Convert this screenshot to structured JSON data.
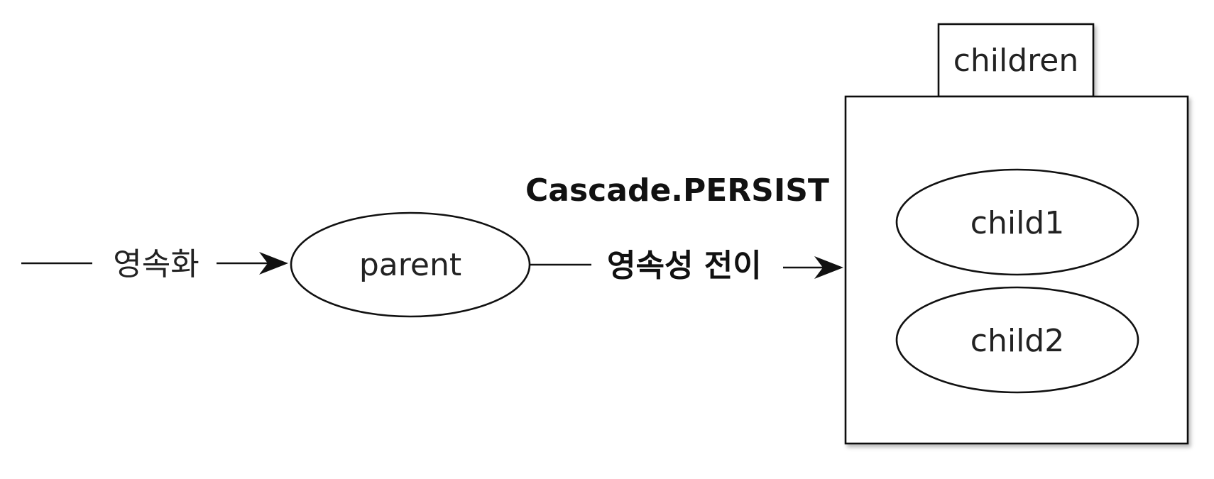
{
  "diagram": {
    "input_label": "영속화",
    "parent_label": "parent",
    "cascade_label": "Cascade.PERSIST",
    "transition_label": "영속성 전이",
    "collection_label": "children",
    "child1_label": "child1",
    "child2_label": "child2"
  }
}
